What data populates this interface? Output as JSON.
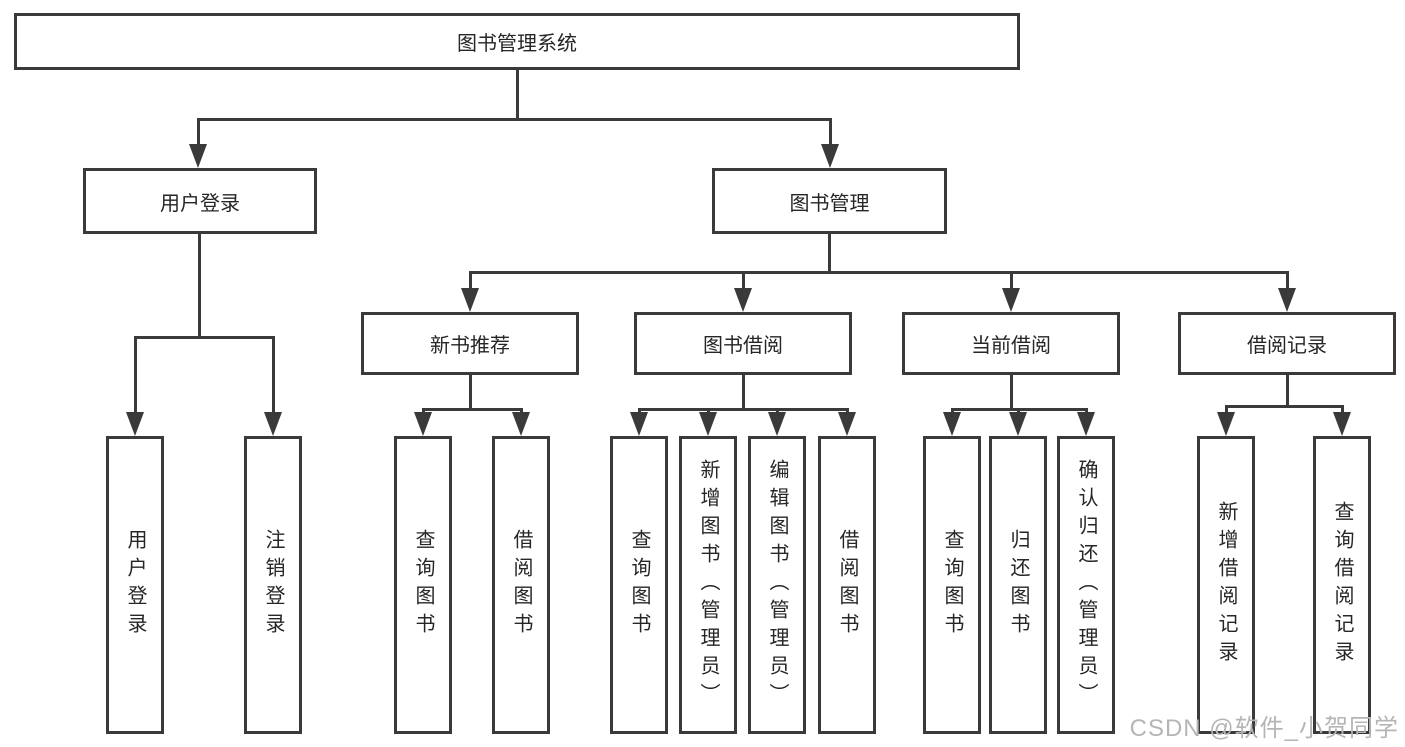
{
  "diagram": {
    "root": {
      "label": "图书管理系统"
    },
    "user_login": {
      "label": "用户登录",
      "children": [
        {
          "label": "用户登录"
        },
        {
          "label": "注销登录"
        }
      ]
    },
    "book_management": {
      "label": "图书管理",
      "children": [
        {
          "label": "新书推荐",
          "children": [
            {
              "label": "查询图书"
            },
            {
              "label": "借阅图书"
            }
          ]
        },
        {
          "label": "图书借阅",
          "children": [
            {
              "label": "查询图书"
            },
            {
              "label": "新增图书（管理员）"
            },
            {
              "label": "编辑图书（管理员）"
            },
            {
              "label": "借阅图书"
            }
          ]
        },
        {
          "label": "当前借阅",
          "children": [
            {
              "label": "查询图书"
            },
            {
              "label": "归还图书"
            },
            {
              "label": "确认归还（管理员）"
            }
          ]
        },
        {
          "label": "借阅记录",
          "children": [
            {
              "label": "新增借阅记录"
            },
            {
              "label": "查询借阅记录"
            }
          ]
        }
      ]
    }
  },
  "watermark": {
    "text": "CSDN @软件_小贺同学"
  },
  "colors": {
    "line": "#3a3a3a",
    "text": "#262626",
    "background": "#ffffff",
    "watermark": "#b5b5b5"
  }
}
